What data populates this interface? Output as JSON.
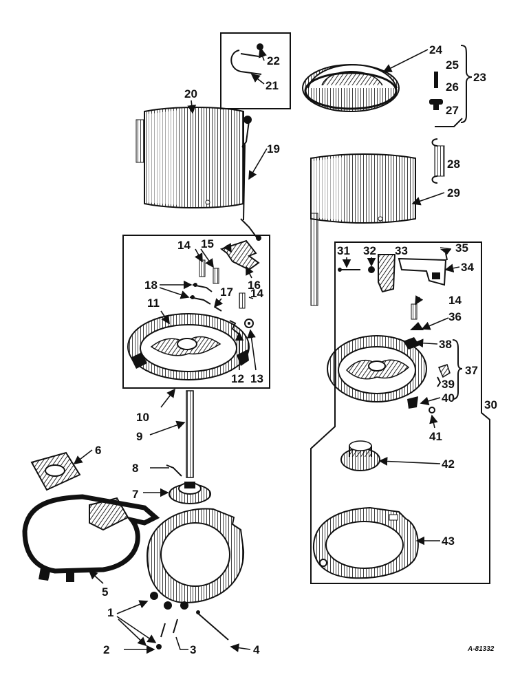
{
  "figure_ref": "A-81332",
  "callouts": {
    "c1": "1",
    "c2": "2",
    "c3": "3",
    "c4": "4",
    "c5": "5",
    "c6": "6",
    "c7": "7",
    "c8": "8",
    "c9": "9",
    "c10": "10",
    "c11": "11",
    "c12": "12",
    "c13": "13",
    "c14a": "14",
    "c14b": "14",
    "c14c": "14",
    "c15": "15",
    "c16": "16",
    "c17": "17",
    "c18": "18",
    "c19": "19",
    "c20": "20",
    "c21": "21",
    "c22": "22",
    "c23": "23",
    "c24": "24",
    "c25": "25",
    "c26": "26",
    "c27": "27",
    "c28": "28",
    "c29": "29",
    "c30": "30",
    "c31": "31",
    "c32": "32",
    "c33": "33",
    "c34": "34",
    "c35": "35",
    "c36": "36",
    "c37": "37",
    "c38": "38",
    "c39": "39",
    "c40": "40",
    "c41": "41",
    "c42": "42",
    "c43": "43"
  }
}
